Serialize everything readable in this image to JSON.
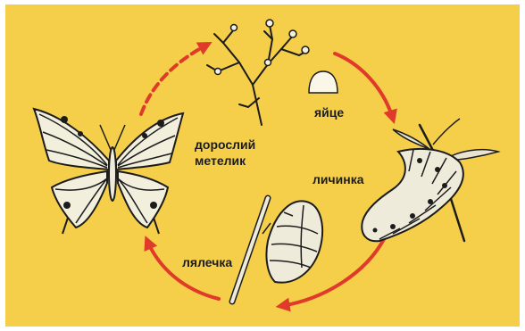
{
  "colors": {
    "background": "#f6cf4a",
    "arrow": "#e03a2a",
    "ink": "#1c1c1c",
    "egg": "#fbf7e8"
  },
  "labels": {
    "egg": "яйце",
    "larva": "личинка",
    "pupa": "лялечка",
    "adult_line1": "дорослий",
    "adult_line2": "метелик"
  },
  "icons": [
    "branch-with-eggs-icon",
    "egg-icon",
    "caterpillar-icon",
    "chrysalis-icon",
    "butterfly-icon"
  ]
}
